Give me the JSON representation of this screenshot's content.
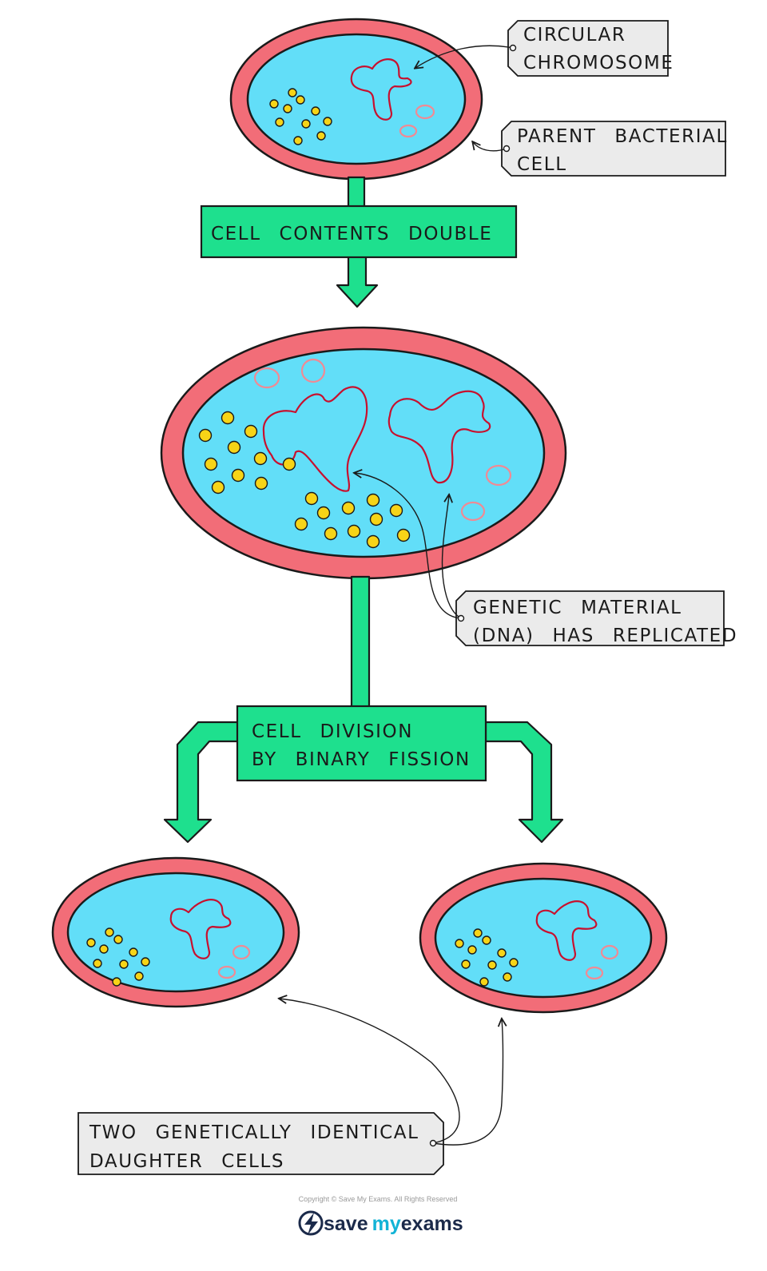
{
  "labels": {
    "circular_chromosome": [
      "CIRCULAR",
      "CHROMOSOME"
    ],
    "parent_cell": [
      "PARENT  BACTERIAL",
      "CELL"
    ],
    "contents_double": "CELL  CONTENTS  DOUBLE",
    "dna_replicated": [
      "GENETIC  MATERIAL",
      "(DNA)  HAS  REPLICATED"
    ],
    "binary_fission": [
      "CELL  DIVISION",
      "BY  BINARY  FISSION"
    ],
    "daughter_cells": [
      "TWO  GENETICALLY  IDENTICAL",
      "DAUGHTER  CELLS"
    ]
  },
  "footer": {
    "copyright": "Copyright © Save My Exams. All Rights Reserved",
    "brand_save": "save",
    "brand_my": "my",
    "brand_exams": "exams"
  },
  "colors": {
    "cell_wall": "#f26d78",
    "cytoplasm": "#62def8",
    "chromosome": "#c8102e",
    "plasmid": "#f08a94",
    "ribosome": "#f7d417",
    "flow_arrow": "#1ee08e",
    "label_tag": "#ebebeb",
    "brand_dark": "#1b2a4a",
    "brand_accent": "#12b3d6"
  },
  "icons": {
    "logo": "lightning-bolt-icon"
  }
}
